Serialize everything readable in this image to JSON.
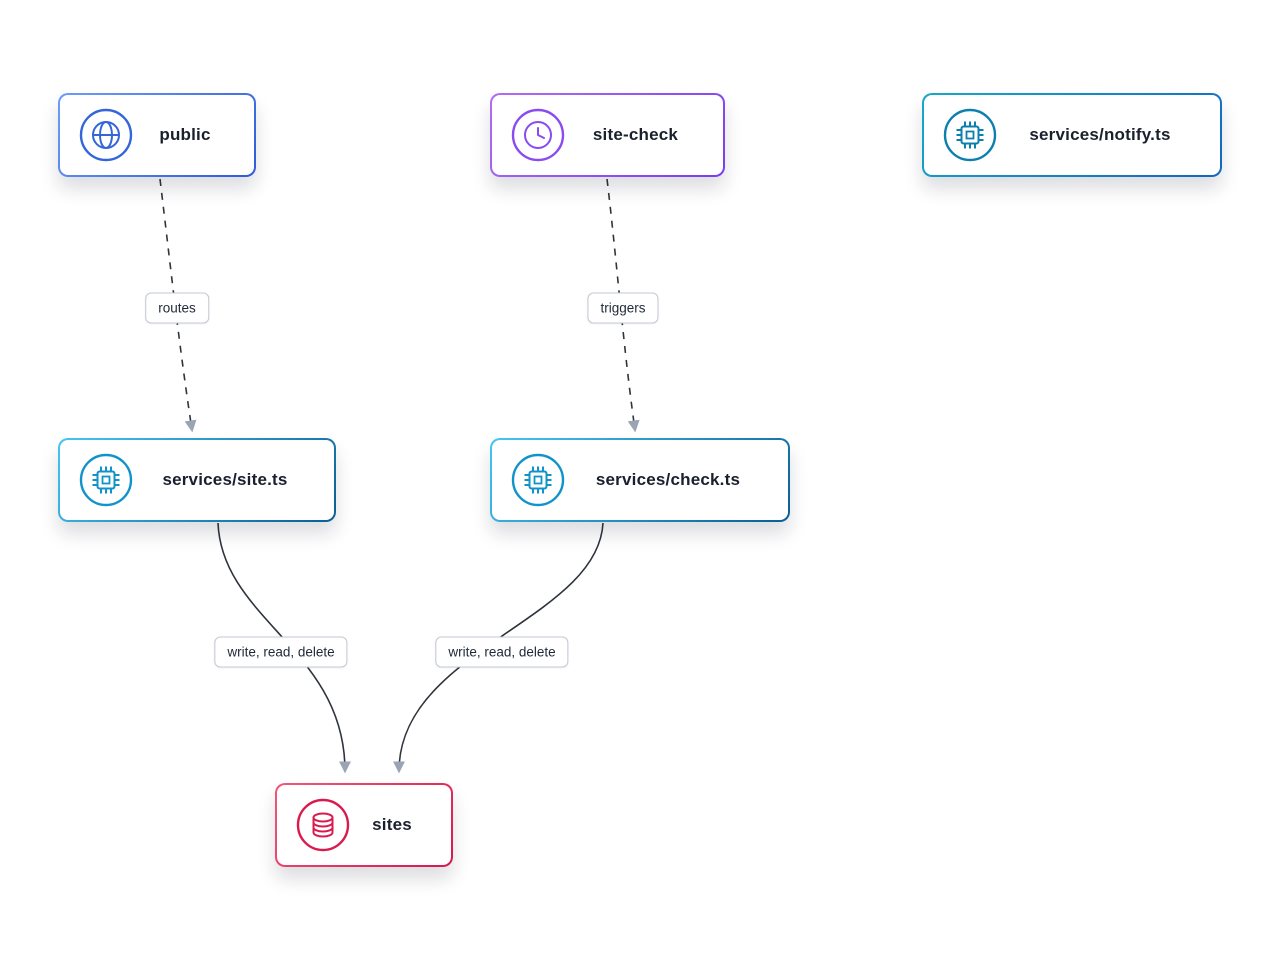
{
  "diagram": {
    "nodes": [
      {
        "id": "public",
        "label": "public",
        "icon": "globe-icon",
        "type": "entry",
        "accent": "#2e5bd8"
      },
      {
        "id": "site-check",
        "label": "site-check",
        "icon": "clock-icon",
        "type": "schedule",
        "accent": "#7a3bf0"
      },
      {
        "id": "services/notify.ts",
        "label": "services/notify.ts",
        "icon": "chip-icon",
        "type": "service",
        "accent": "#1565c0"
      },
      {
        "id": "services/site.ts",
        "label": "services/site.ts",
        "icon": "chip-icon",
        "type": "service",
        "accent": "#0b5e94"
      },
      {
        "id": "services/check.ts",
        "label": "services/check.ts",
        "icon": "chip-icon",
        "type": "service",
        "accent": "#0b5e94"
      },
      {
        "id": "sites",
        "label": "sites",
        "icon": "database-icon",
        "type": "datastore",
        "accent": "#d9164e"
      }
    ],
    "edges": [
      {
        "from": "public",
        "to": "services/site.ts",
        "label": "routes",
        "style": "dashed"
      },
      {
        "from": "site-check",
        "to": "services/check.ts",
        "label": "triggers",
        "style": "dashed"
      },
      {
        "from": "services/site.ts",
        "to": "sites",
        "label": "write, read, delete",
        "style": "solid"
      },
      {
        "from": "services/check.ts",
        "to": "sites",
        "label": "write, read, delete",
        "style": "solid"
      }
    ],
    "colors": {
      "edge_stroke": "#2f343c",
      "arrowhead": "#9aa4b2",
      "edge_label_border": "#c3c9d2",
      "node_background": "#ffffff"
    }
  }
}
